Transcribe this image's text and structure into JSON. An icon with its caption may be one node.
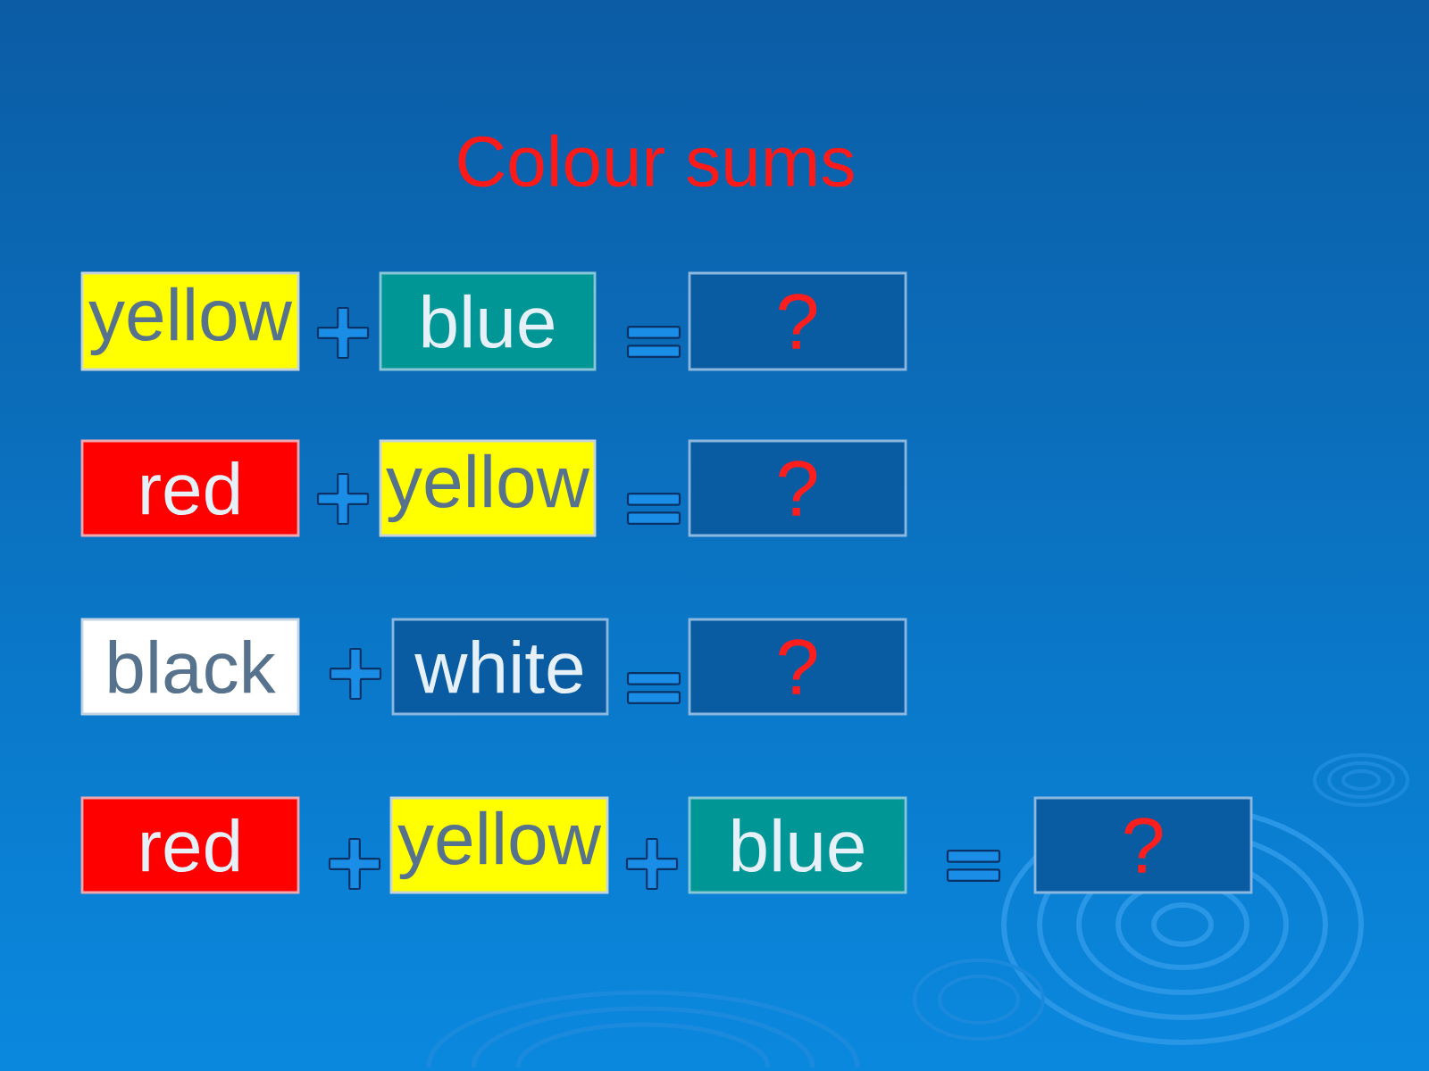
{
  "diagram": {
    "title": "Colour sums",
    "nodes": [
      {
        "text": [
          "yellow"
        ]
      },
      {
        "text": [
          "blue"
        ]
      },
      {
        "text": [
          "?"
        ]
      },
      {
        "text": [
          "red"
        ]
      },
      {
        "text": [
          "yellow"
        ]
      },
      {
        "text": [
          "?"
        ]
      },
      {
        "text": [
          "black"
        ]
      },
      {
        "text": [
          "white"
        ]
      },
      {
        "text": [
          "?"
        ]
      },
      {
        "text": [
          "red"
        ]
      },
      {
        "text": [
          "yellow"
        ]
      },
      {
        "text": [
          "blue"
        ]
      },
      {
        "text": [
          "?"
        ]
      }
    ]
  }
}
